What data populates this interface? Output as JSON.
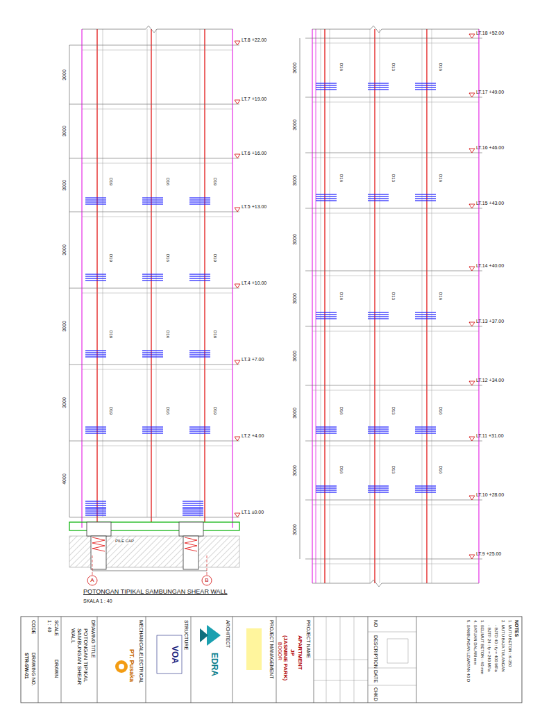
{
  "diagram": {
    "title": "POTONGAN TIPIKAL SAMBUNGAN SHEAR WALL",
    "labels": [
      "SKALA 1 : 40",
      "A",
      "B",
      "LT.1 ±0.00",
      "LT.2 +4.00",
      "LT.3 +7.00",
      "LT.4 +10.00",
      "LT.5 +13.00",
      "LT.6 +16.00",
      "LT.7 +19.00",
      "LT.8 +22.00",
      "LT.9 +25.00",
      "LT.10 +28.00",
      "LT.11 +31.00",
      "LT.12 +34.00",
      "LT.13 +37.00",
      "LT.14 +40.00",
      "LT.15 +43.00",
      "LT.16 +46.00",
      "LT.17 +49.00",
      "LT.18 +52.00",
      "4000",
      "3000",
      "3000",
      "3000",
      "3000",
      "3000",
      "3000",
      "3000",
      "3000",
      "3000",
      "3000",
      "3000",
      "3000",
      "3000",
      "3000",
      "3000",
      "D19",
      "D16",
      "D19",
      "D19",
      "D16",
      "D19",
      "D19",
      "D16",
      "D19",
      "D19",
      "D16",
      "D19",
      "D16",
      "D13",
      "D16",
      "D16",
      "D13",
      "D16",
      "D16",
      "D13",
      "D16",
      "D16",
      "D13",
      "D16",
      "D16",
      "D13",
      "D16",
      "PILE CAP",
      "NOTES",
      "1. MUTU BETON : K-350",
      "2. MUTU BAJA TULANGAN",
      "- BJTD 40 : fy = 400 MPa",
      "- BJTP 24 : fy = 240 MPa",
      "3. SELIMUT BETON : 40 mm",
      "4. SATUAN DALAM mm",
      "5. SAMBUNGAN LEWATAN 40 D",
      "NO",
      "DESCRIPTION",
      "DATE",
      "CHKD",
      "PROJECT NAME",
      "APARTMENT",
      "JP",
      "(JASMINE PARK)",
      "BOGOR",
      "PROJECT MANAGEMENT",
      "ARCHITECT",
      "EDRA",
      "STRUCTURE",
      "VOA",
      "MECHANICAL/ELECTRICAL",
      "PT. Pusaka",
      "DRAWING TITLE",
      "POTONGAN TIPIKAL SAMBUNGAN SHEAR WALL",
      "SCALE",
      "1 : 40",
      "DRAWN",
      "CODE",
      "DRAWING NO.",
      "STR-SW-01"
    ]
  }
}
